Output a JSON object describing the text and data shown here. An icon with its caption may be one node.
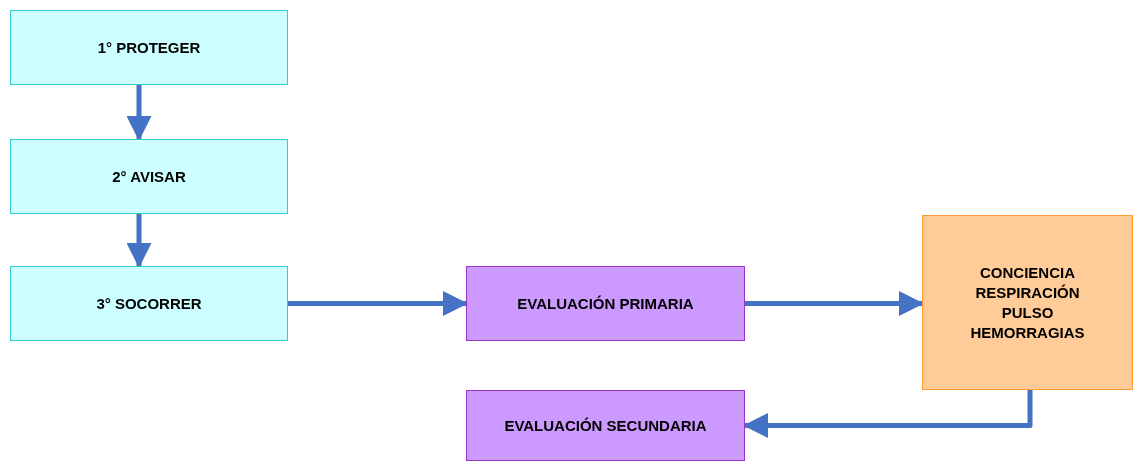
{
  "diagram": {
    "nodes": [
      {
        "text": [
          "1° PROTEGER"
        ]
      },
      {
        "text": [
          "2° AVISAR"
        ]
      },
      {
        "text": [
          "3° SOCORRER"
        ]
      },
      {
        "text": [
          "EVALUACIÓN PRIMARIA"
        ]
      },
      {
        "text": [
          "CONCIENCIA RESPIRACIÓN PULSO HEMORRAGIAS"
        ]
      },
      {
        "text": [
          "EVALUACIÓN SECUNDARIA"
        ]
      }
    ],
    "edges": [
      {
        "from": 0,
        "to": 1,
        "arrow": "to"
      },
      {
        "from": 1,
        "to": 2,
        "arrow": "to"
      },
      {
        "from": 2,
        "to": 3,
        "arrow": "to"
      },
      {
        "from": 3,
        "to": 4,
        "arrow": "to"
      },
      {
        "from": 4,
        "to": 5,
        "arrow": "to"
      }
    ]
  }
}
